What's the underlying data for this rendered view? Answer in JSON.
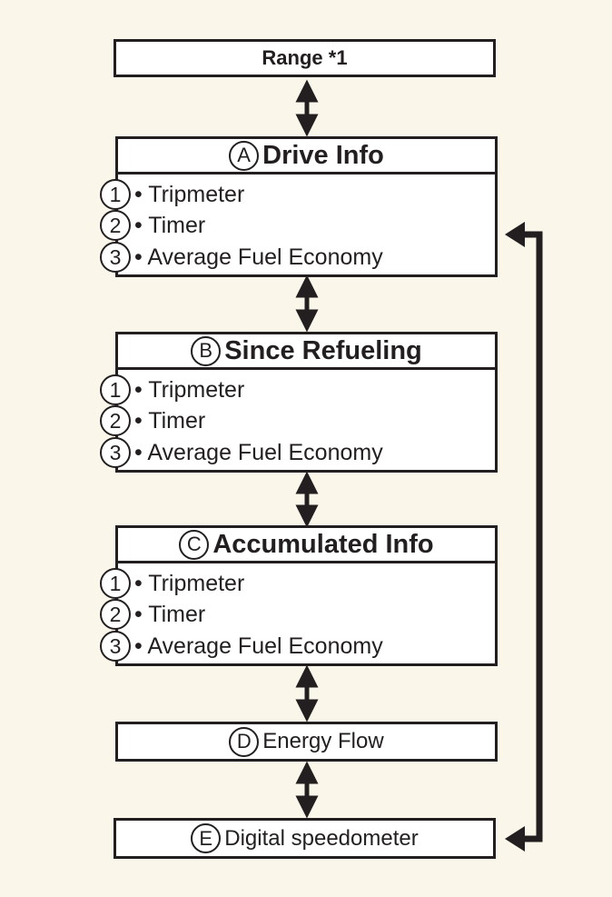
{
  "range": {
    "label": "Range *1"
  },
  "panels": [
    {
      "letter": "A",
      "title": "Drive Info",
      "items": [
        {
          "num": "1",
          "label": "• Tripmeter"
        },
        {
          "num": "2",
          "label": "• Timer"
        },
        {
          "num": "3",
          "label": "• Average Fuel Economy"
        }
      ]
    },
    {
      "letter": "B",
      "title": "Since Refueling",
      "items": [
        {
          "num": "1",
          "label": "• Tripmeter"
        },
        {
          "num": "2",
          "label": "• Timer"
        },
        {
          "num": "3",
          "label": "• Average Fuel Economy"
        }
      ]
    },
    {
      "letter": "C",
      "title": "Accumulated Info",
      "items": [
        {
          "num": "1",
          "label": "• Tripmeter"
        },
        {
          "num": "2",
          "label": "• Timer"
        },
        {
          "num": "3",
          "label": "• Average Fuel Economy"
        }
      ]
    }
  ],
  "energy_flow": {
    "letter": "D",
    "label": "Energy Flow"
  },
  "speedometer": {
    "letter": "E",
    "label": "Digital speedometer"
  },
  "colors": {
    "background": "#faf6e9",
    "line": "#231f20",
    "box": "#ffffff"
  }
}
